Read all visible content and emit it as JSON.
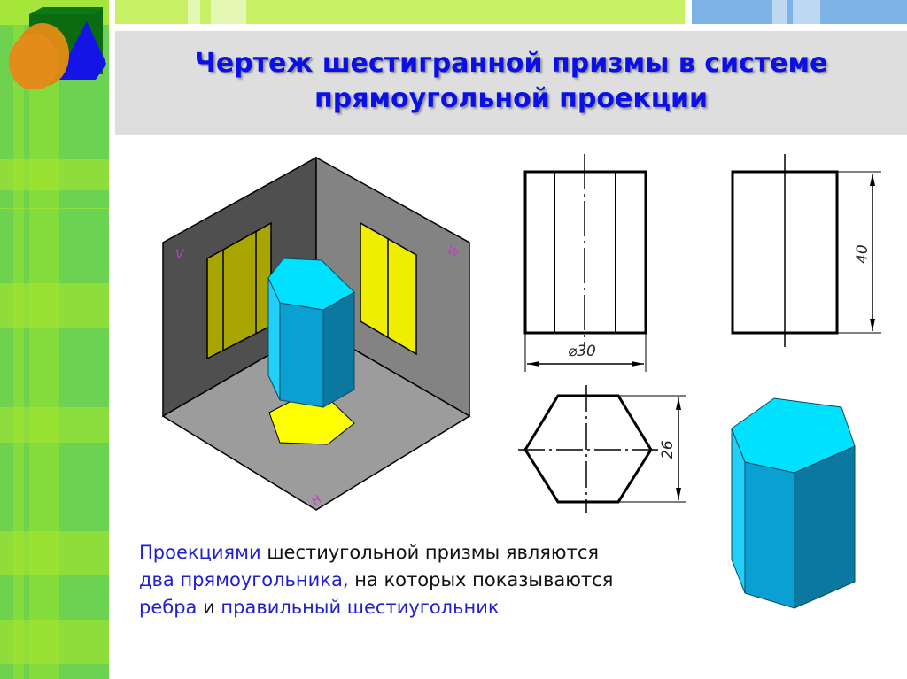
{
  "header": {
    "title_line1": "Чертеж шестигранной призмы в системе",
    "title_line2": "прямоугольной проекции"
  },
  "colors": {
    "title": "#0a10e6",
    "highlight_text": "#1f1fd0",
    "body_text": "#111111",
    "title_band": "#dedede",
    "projection_yellow": "#ffff00",
    "prism_cyan": "#00e1ff",
    "prism_mid": "#0aa0d2",
    "prism_dark": "#0a78a0"
  },
  "iso_diagram": {
    "plane_labels": {
      "frontal": "V",
      "profile": "W",
      "horizontal": "H"
    }
  },
  "drawings": {
    "front_view": {
      "dimension": "⌀30"
    },
    "side_view": {
      "dimension": "40"
    },
    "top_view": {
      "dimension": "26"
    }
  },
  "caption": {
    "parts": [
      {
        "text": "Проекциями",
        "highlight": true
      },
      {
        "text": " шестиугольной призмы являются",
        "highlight": false
      },
      {
        "text": "два прямоугольника,",
        "highlight": true
      },
      {
        "text": " на которых показываются",
        "highlight": false
      },
      {
        "text": "ребра",
        "highlight": true
      },
      {
        "text": " и ",
        "highlight": false
      },
      {
        "text": "правильный шестиугольник",
        "highlight": true
      }
    ]
  }
}
